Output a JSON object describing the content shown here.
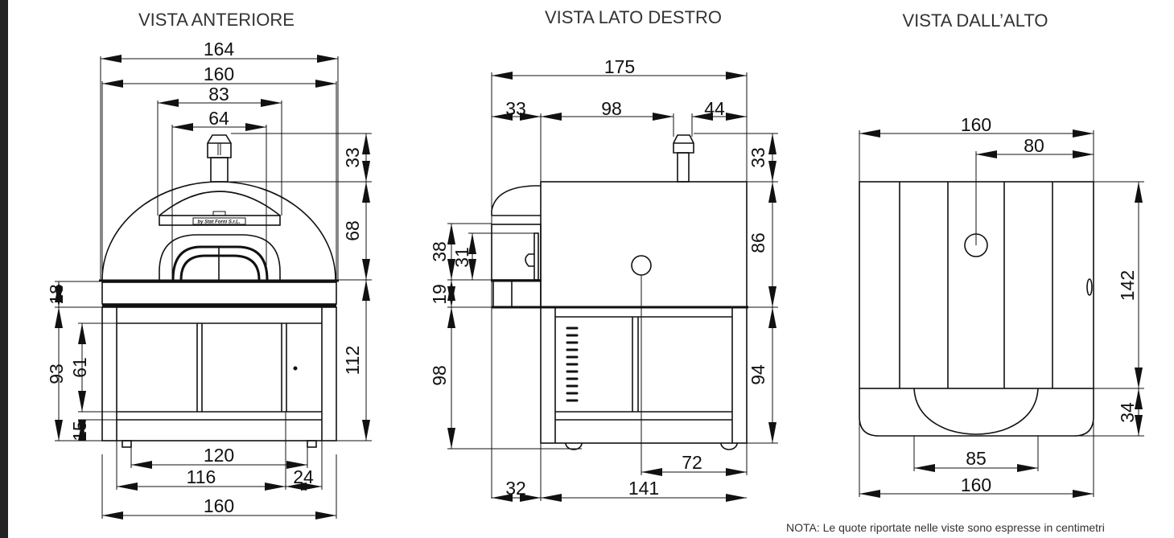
{
  "front_view": {
    "title": "VISTA ANTERIORE",
    "logo_text": "by Stat Forni S.r.L.",
    "dimensions": [
      "164",
      "160",
      "83",
      "64",
      "33",
      "68",
      "112",
      "18",
      "93",
      "61",
      "15",
      "120",
      "116",
      "24",
      "160"
    ]
  },
  "side_view": {
    "title": "VISTA LATO DESTRO",
    "dimensions": [
      "175",
      "33",
      "98",
      "44",
      "33",
      "86",
      "94",
      "38",
      "31",
      "19",
      "98",
      "72",
      "32",
      "141"
    ]
  },
  "top_view": {
    "title": "VISTA DALL’ALTO",
    "dimensions": [
      "160",
      "80",
      "142",
      "34",
      "85",
      "160"
    ]
  },
  "note": "NOTA: Le quote riportate nelle viste sono espresse in centimetri"
}
